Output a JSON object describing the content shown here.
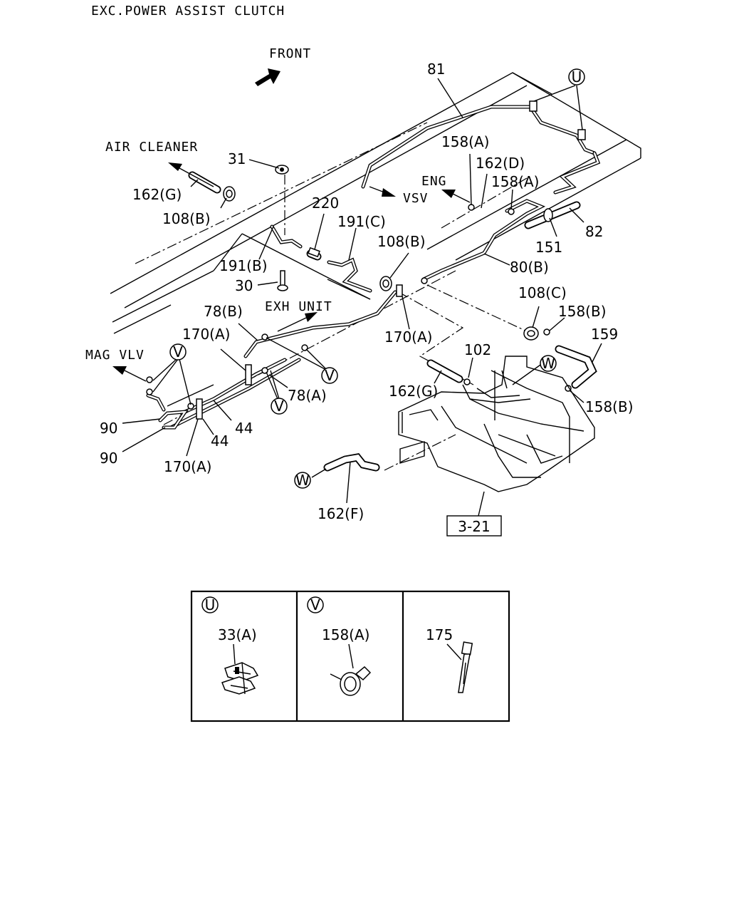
{
  "title": "EXC.POWER ASSIST CLUTCH",
  "directions": {
    "front": "FRONT",
    "air_cleaner": "AIR CLEANER",
    "vsv": "VSV",
    "eng": "ENG",
    "exh_unit": "EXH UNIT",
    "mag_vlv": "MAG VLV"
  },
  "callouts": {
    "c81": "81",
    "c31": "31",
    "c162g_top": "162(G)",
    "c108b_left": "108(B)",
    "c220": "220",
    "c191c": "191(C)",
    "c158a_1": "158(A)",
    "c162d": "162(D)",
    "c158a_2": "158(A)",
    "c82": "82",
    "c151": "151",
    "c108b_mid": "108(B)",
    "c80b": "80(B)",
    "c191b": "191(B)",
    "c30": "30",
    "c78b": "78(B)",
    "c170a_1": "170(A)",
    "c170a_2": "170(A)",
    "c108c": "108(C)",
    "c158b_1": "158(B)",
    "c159": "159",
    "c102": "102",
    "c162g_mid": "162(G)",
    "c158b_2": "158(B)",
    "c78a": "78(A)",
    "c90_1": "90",
    "c90_2": "90",
    "c44_1": "44",
    "c44_2": "44",
    "c170a_3": "170(A)",
    "c162f": "162(F)",
    "ref_box": "3-21"
  },
  "markers": {
    "u": "U",
    "v": "V",
    "w": "W"
  },
  "legend": [
    {
      "marker": "U",
      "part": "33(A)"
    },
    {
      "marker": "V",
      "part": "158(A)"
    },
    {
      "marker": "",
      "part": "175"
    }
  ]
}
